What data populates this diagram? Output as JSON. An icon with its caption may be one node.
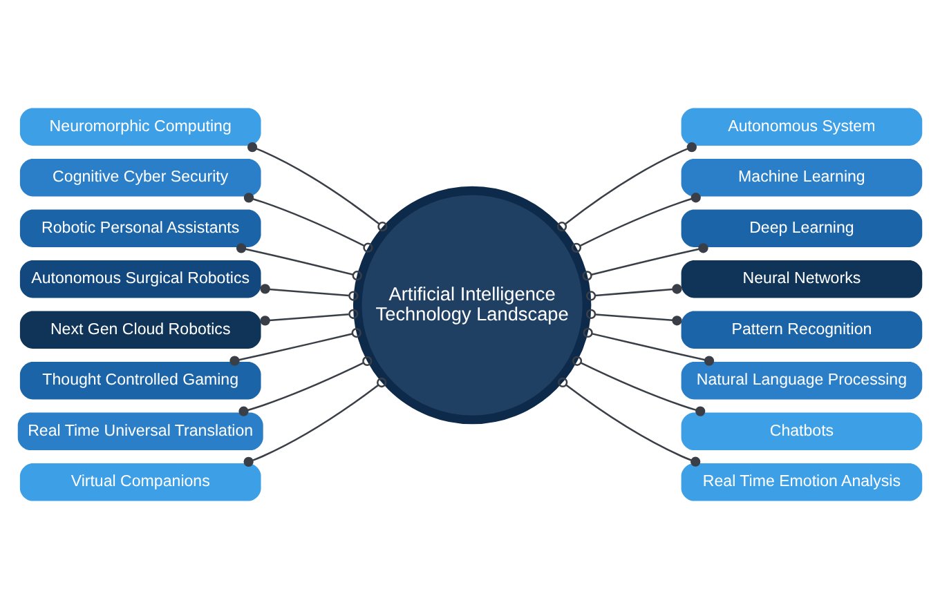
{
  "diagram": {
    "nodes": [
      {
        "text": [
          "Artificial Intelligence Technology Landscape"
        ]
      },
      {
        "text": [
          "Neuromorphic Computing"
        ]
      },
      {
        "text": [
          "Cognitive Cyber Security"
        ]
      },
      {
        "text": [
          "Robotic Personal Assistants"
        ]
      },
      {
        "text": [
          "Autonomous Surgical Robotics"
        ]
      },
      {
        "text": [
          "Next Gen Cloud Robotics"
        ]
      },
      {
        "text": [
          "Thought Controlled Gaming"
        ]
      },
      {
        "text": [
          "Real Time Universal Translation"
        ]
      },
      {
        "text": [
          "Virtual Companions"
        ]
      },
      {
        "text": [
          "Autonomous System"
        ]
      },
      {
        "text": [
          "Machine Learning"
        ]
      },
      {
        "text": [
          "Deep Learning"
        ]
      },
      {
        "text": [
          "Neural Networks"
        ]
      },
      {
        "text": [
          "Pattern Recognition"
        ]
      },
      {
        "text": [
          "Natural Language Processing"
        ]
      },
      {
        "text": [
          "Chatbots"
        ]
      },
      {
        "text": [
          "Real Time Emotion Analysis"
        ]
      }
    ],
    "edges": [
      {
        "from": 0,
        "to": 1,
        "arrow": "other"
      },
      {
        "from": 0,
        "to": 2,
        "arrow": "other"
      },
      {
        "from": 0,
        "to": 3,
        "arrow": "other"
      },
      {
        "from": 0,
        "to": 4,
        "arrow": "other"
      },
      {
        "from": 0,
        "to": 5,
        "arrow": "other"
      },
      {
        "from": 0,
        "to": 6,
        "arrow": "other"
      },
      {
        "from": 0,
        "to": 7,
        "arrow": "other"
      },
      {
        "from": 0,
        "to": 8,
        "arrow": "other"
      },
      {
        "from": 0,
        "to": 9,
        "arrow": "other"
      },
      {
        "from": 0,
        "to": 10,
        "arrow": "other"
      },
      {
        "from": 0,
        "to": 11,
        "arrow": "other"
      },
      {
        "from": 0,
        "to": 12,
        "arrow": "other"
      },
      {
        "from": 0,
        "to": 13,
        "arrow": "other"
      },
      {
        "from": 0,
        "to": 14,
        "arrow": "other"
      },
      {
        "from": 0,
        "to": 15,
        "arrow": "other"
      },
      {
        "from": 0,
        "to": 16,
        "arrow": "other"
      }
    ]
  }
}
